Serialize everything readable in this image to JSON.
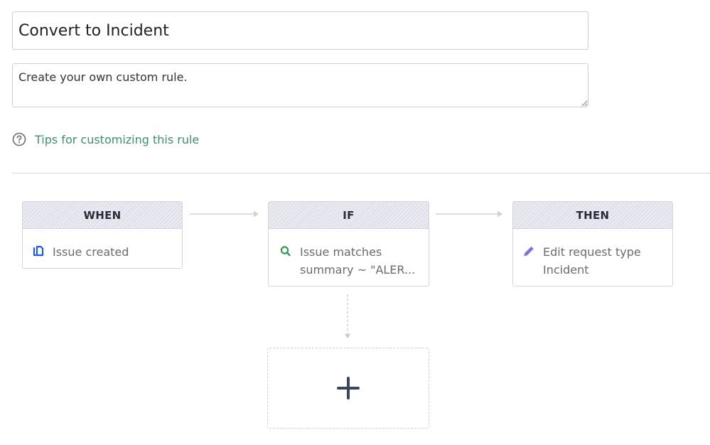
{
  "rule": {
    "name": "Convert to Incident",
    "description": "Create your own custom rule."
  },
  "tips": {
    "icon": "question-circle-icon",
    "label": "Tips for customizing this rule"
  },
  "flow": {
    "when": {
      "header": "WHEN",
      "icon": "issue-created-icon",
      "text": "Issue created"
    },
    "if": {
      "header": "IF",
      "icon": "search-icon",
      "line1": "Issue matches",
      "line2": "summary ~ \"ALER..."
    },
    "then": {
      "header": "THEN",
      "icon": "pencil-icon",
      "line1": "Edit request type",
      "line2": "Incident"
    },
    "add": {
      "icon": "plus-icon"
    }
  },
  "colors": {
    "link_green": "#3b8f6a",
    "when_icon_blue": "#1f5bd6",
    "if_icon_green": "#2e9a5a",
    "then_icon_purple": "#8a6fd1",
    "plus_dark": "#3a4660"
  }
}
